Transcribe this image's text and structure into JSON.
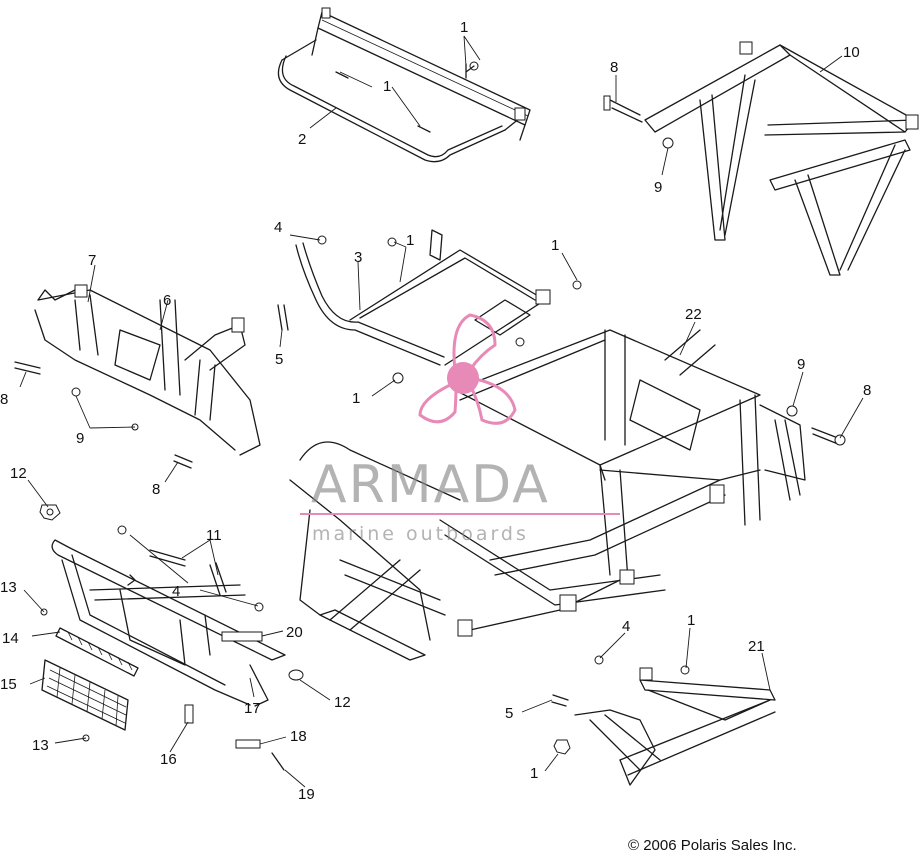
{
  "callouts": {
    "c1a": "1",
    "c1b": "1",
    "c1c": "1",
    "c1d": "1",
    "c1e": "1",
    "c1f": "1",
    "c1g": "1",
    "c2": "2",
    "c3": "3",
    "c4a": "4",
    "c4b": "4",
    "c4c": "4",
    "c5a": "5",
    "c5b": "5",
    "c6": "6",
    "c7": "7",
    "c8a": "8",
    "c8b": "8",
    "c8c": "8",
    "c8d": "8",
    "c9a": "9",
    "c9b": "9",
    "c9c": "9",
    "c10": "10",
    "c11": "11",
    "c12a": "12",
    "c12b": "12",
    "c13a": "13",
    "c13b": "13",
    "c14": "14",
    "c15": "15",
    "c16": "16",
    "c17": "17",
    "c18": "18",
    "c19": "19",
    "c20": "20",
    "c21": "21",
    "c22": "22"
  },
  "watermark": {
    "title": "ARMADA",
    "subtitle": "marine outboards",
    "accent_color": "#e88ab8",
    "text_color": "#8a8a8a"
  },
  "copyright": "© 2006 Polaris Sales Inc."
}
